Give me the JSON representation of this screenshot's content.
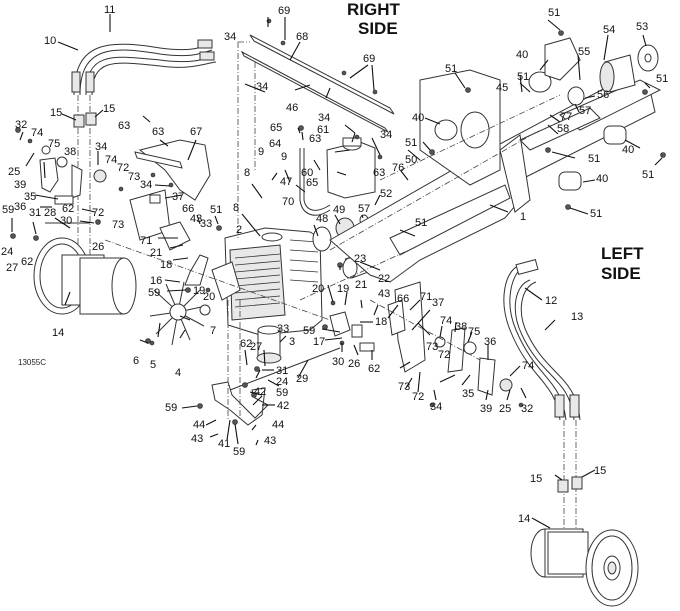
{
  "figure": {
    "code": "13055C",
    "right_side_label": [
      "RIGHT",
      "SIDE"
    ],
    "left_side_label": [
      "LEFT",
      "SIDE"
    ]
  },
  "callouts": [
    {
      "id": "c1",
      "text": "1"
    },
    {
      "id": "c2",
      "text": "2"
    },
    {
      "id": "c3",
      "text": "3"
    },
    {
      "id": "c4",
      "text": "4"
    },
    {
      "id": "c5",
      "text": "5"
    },
    {
      "id": "c6",
      "text": "6"
    },
    {
      "id": "c7",
      "text": "7"
    },
    {
      "id": "c8a",
      "text": "8"
    },
    {
      "id": "c8b",
      "text": "8"
    },
    {
      "id": "c9a",
      "text": "9"
    },
    {
      "id": "c9b",
      "text": "9"
    },
    {
      "id": "c10",
      "text": "10"
    },
    {
      "id": "c11",
      "text": "11"
    },
    {
      "id": "c12",
      "text": "12"
    },
    {
      "id": "c13",
      "text": "13"
    },
    {
      "id": "c14a",
      "text": "14"
    },
    {
      "id": "c14b",
      "text": "14"
    },
    {
      "id": "c15a",
      "text": "15"
    },
    {
      "id": "c15b",
      "text": "15"
    },
    {
      "id": "c15c",
      "text": "15"
    },
    {
      "id": "c15d",
      "text": "15"
    },
    {
      "id": "c16",
      "text": "16"
    },
    {
      "id": "c17",
      "text": "17"
    },
    {
      "id": "c18a",
      "text": "18"
    },
    {
      "id": "c18b",
      "text": "18"
    },
    {
      "id": "c19a",
      "text": "19"
    },
    {
      "id": "c19b",
      "text": "19"
    },
    {
      "id": "c20a",
      "text": "20"
    },
    {
      "id": "c20b",
      "text": "20"
    },
    {
      "id": "c21a",
      "text": "21"
    },
    {
      "id": "c21b",
      "text": "21"
    },
    {
      "id": "c22",
      "text": "22"
    },
    {
      "id": "c23",
      "text": "23"
    },
    {
      "id": "c24a",
      "text": "24"
    },
    {
      "id": "c24b",
      "text": "24"
    },
    {
      "id": "c25a",
      "text": "25"
    },
    {
      "id": "c25b",
      "text": "25"
    },
    {
      "id": "c26a",
      "text": "26"
    },
    {
      "id": "c26b",
      "text": "26"
    },
    {
      "id": "c27a",
      "text": "27"
    },
    {
      "id": "c27b",
      "text": "27"
    },
    {
      "id": "c28",
      "text": "28"
    },
    {
      "id": "c29",
      "text": "29"
    },
    {
      "id": "c30a",
      "text": "30"
    },
    {
      "id": "c30b",
      "text": "30"
    },
    {
      "id": "c31a",
      "text": "31"
    },
    {
      "id": "c31b",
      "text": "31"
    },
    {
      "id": "c32a",
      "text": "32"
    },
    {
      "id": "c32b",
      "text": "32"
    },
    {
      "id": "c33a",
      "text": "33"
    },
    {
      "id": "c33b",
      "text": "33"
    },
    {
      "id": "c34a",
      "text": "34"
    },
    {
      "id": "c34b",
      "text": "34"
    },
    {
      "id": "c34c",
      "text": "34"
    },
    {
      "id": "c34d",
      "text": "34"
    },
    {
      "id": "c34e",
      "text": "34"
    },
    {
      "id": "c34f",
      "text": "34"
    },
    {
      "id": "c34g",
      "text": "34"
    },
    {
      "id": "c34h",
      "text": "34"
    },
    {
      "id": "c35a",
      "text": "35"
    },
    {
      "id": "c35b",
      "text": "35"
    },
    {
      "id": "c36a",
      "text": "36"
    },
    {
      "id": "c36b",
      "text": "36"
    },
    {
      "id": "c37a",
      "text": "37"
    },
    {
      "id": "c37b",
      "text": "37"
    },
    {
      "id": "c38a",
      "text": "38"
    },
    {
      "id": "c38b",
      "text": "38"
    },
    {
      "id": "c39a",
      "text": "39"
    },
    {
      "id": "c39b",
      "text": "39"
    },
    {
      "id": "c40a",
      "text": "40"
    },
    {
      "id": "c40b",
      "text": "40"
    },
    {
      "id": "c40c",
      "text": "40"
    },
    {
      "id": "c40d",
      "text": "40"
    },
    {
      "id": "c41",
      "text": "41"
    },
    {
      "id": "c42a",
      "text": "42"
    },
    {
      "id": "c42b",
      "text": "42"
    },
    {
      "id": "c43a",
      "text": "43"
    },
    {
      "id": "c43b",
      "text": "43"
    },
    {
      "id": "c43c",
      "text": "43"
    },
    {
      "id": "c43d",
      "text": "43"
    },
    {
      "id": "c44a",
      "text": "44"
    },
    {
      "id": "c44b",
      "text": "44"
    },
    {
      "id": "c45",
      "text": "45"
    },
    {
      "id": "c46",
      "text": "46"
    },
    {
      "id": "c47",
      "text": "47"
    },
    {
      "id": "c48",
      "text": "48"
    },
    {
      "id": "c49",
      "text": "49"
    },
    {
      "id": "c50",
      "text": "50"
    },
    {
      "id": "c51a",
      "text": "51"
    },
    {
      "id": "c51b",
      "text": "51"
    },
    {
      "id": "c51c",
      "text": "51"
    },
    {
      "id": "c51d",
      "text": "51"
    },
    {
      "id": "c51e",
      "text": "51"
    },
    {
      "id": "c51f",
      "text": "51"
    },
    {
      "id": "c51g",
      "text": "51"
    },
    {
      "id": "c51h",
      "text": "51"
    },
    {
      "id": "c51i",
      "text": "51"
    },
    {
      "id": "c51j",
      "text": "51"
    },
    {
      "id": "c52",
      "text": "52"
    },
    {
      "id": "c53",
      "text": "53"
    },
    {
      "id": "c54",
      "text": "54"
    },
    {
      "id": "c55",
      "text": "55"
    },
    {
      "id": "c56",
      "text": "56"
    },
    {
      "id": "c57a",
      "text": "57"
    },
    {
      "id": "c57b",
      "text": "57"
    },
    {
      "id": "c58",
      "text": "58"
    },
    {
      "id": "c59a",
      "text": "59"
    },
    {
      "id": "c59b",
      "text": "59"
    },
    {
      "id": "c59c",
      "text": "59"
    },
    {
      "id": "c59d",
      "text": "59"
    },
    {
      "id": "c59e",
      "text": "59"
    },
    {
      "id": "c59f",
      "text": "59"
    },
    {
      "id": "c60",
      "text": "60"
    },
    {
      "id": "c61",
      "text": "61"
    },
    {
      "id": "c62a",
      "text": "62"
    },
    {
      "id": "c62b",
      "text": "62"
    },
    {
      "id": "c62c",
      "text": "62"
    },
    {
      "id": "c62d",
      "text": "62"
    },
    {
      "id": "c63a",
      "text": "63"
    },
    {
      "id": "c63b",
      "text": "63"
    },
    {
      "id": "c63c",
      "text": "63"
    },
    {
      "id": "c63d",
      "text": "63"
    },
    {
      "id": "c64",
      "text": "64"
    },
    {
      "id": "c65a",
      "text": "65"
    },
    {
      "id": "c65b",
      "text": "65"
    },
    {
      "id": "c66a",
      "text": "66"
    },
    {
      "id": "c66b",
      "text": "66"
    },
    {
      "id": "c67",
      "text": "67"
    },
    {
      "id": "c68",
      "text": "68"
    },
    {
      "id": "c69a",
      "text": "69"
    },
    {
      "id": "c69b",
      "text": "69"
    },
    {
      "id": "c70",
      "text": "70"
    },
    {
      "id": "c71a",
      "text": "71"
    },
    {
      "id": "c71b",
      "text": "71"
    },
    {
      "id": "c72a",
      "text": "72"
    },
    {
      "id": "c72b",
      "text": "72"
    },
    {
      "id": "c72c",
      "text": "72"
    },
    {
      "id": "c72d",
      "text": "72"
    },
    {
      "id": "c73a",
      "text": "73"
    },
    {
      "id": "c73b",
      "text": "73"
    },
    {
      "id": "c73c",
      "text": "73"
    },
    {
      "id": "c73d",
      "text": "73"
    },
    {
      "id": "c74a",
      "text": "74"
    },
    {
      "id": "c74b",
      "text": "74"
    },
    {
      "id": "c74c",
      "text": "74"
    },
    {
      "id": "c74d",
      "text": "74"
    },
    {
      "id": "c75a",
      "text": "75"
    },
    {
      "id": "c75b",
      "text": "75"
    },
    {
      "id": "c76",
      "text": "76"
    },
    {
      "id": "c77",
      "text": "77"
    }
  ]
}
